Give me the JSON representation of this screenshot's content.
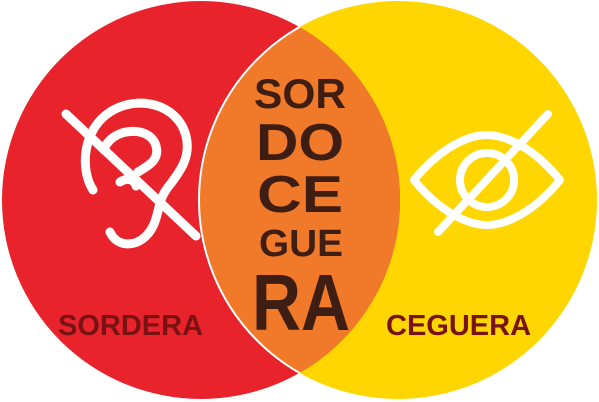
{
  "left_set": {
    "label": "SORDERA",
    "icon": "crossed-out-ear-icon",
    "color": "#e8232c"
  },
  "right_set": {
    "label": "CEGUERA",
    "icon": "crossed-out-eye-icon",
    "color": "#ffd600"
  },
  "intersection": {
    "color": "#f0792a",
    "lines": [
      "SOR",
      "DO",
      "CE",
      "GUE",
      "RA"
    ]
  },
  "colors": {
    "label_text": "#7a1214",
    "center_text": "#3e1d12",
    "icon_stroke": "#ffffff",
    "outline": "#ffffff"
  }
}
